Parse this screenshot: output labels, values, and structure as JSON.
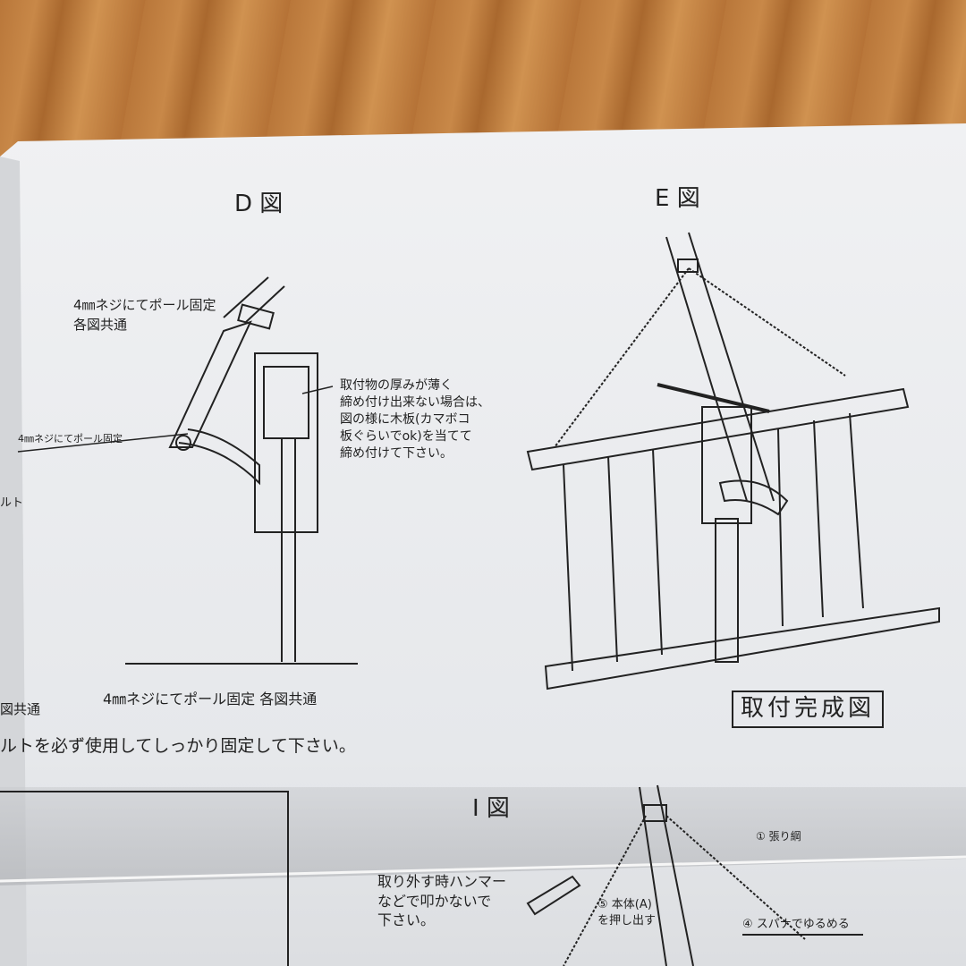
{
  "figure_d": {
    "title": "D 図",
    "label_screw_top": "4㎜ネジにてポール固定",
    "label_common_top": "各図共通",
    "label_screw_small": "4㎜ネジにてポール固定",
    "note": "取付物の厚みが薄く\n締め付け出来ない場合は、\n図の様に木板(カマボコ\n板ぐらいでok)を当てて\n締め付けて下さい。",
    "cut_left": "ルト",
    "bottom_caption": "4㎜ネジにてポール固定 各図共通"
  },
  "left_fragment_common": "図共通",
  "warning_line": "ルトを必ず使用してしっかり固定して下さい。",
  "figure_e": {
    "title": "E 図",
    "completion_label": "取付完成図"
  },
  "figure_i": {
    "title": "I 図",
    "guy_rope": "① 張り綱",
    "hammer_note": "取り外す時ハンマー\nなどで叩かないで\n下さい。",
    "push_body": "⑤ 本体(A)\nを押し出す",
    "loosen": "④ スパナでゆるめる"
  },
  "colors": {
    "paper": "#ebedf0",
    "ink": "#222222",
    "wood": "#b9773a"
  }
}
